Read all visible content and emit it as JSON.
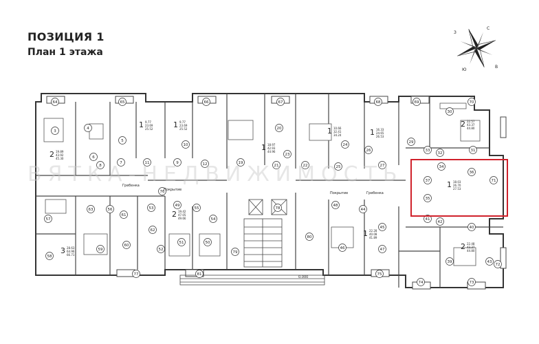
{
  "header": {
    "title": "ПОЗИЦИЯ 1",
    "subtitle": "План 1 этажа"
  },
  "compass": {
    "n": "С",
    "s": "Ю",
    "e": "В",
    "w": "З"
  },
  "watermark": "ВЯТКА-НЕДВИЖИМОСТЬ",
  "highlight_color": "#d0202a",
  "apartments": [
    {
      "rooms": "1",
      "area": "18.03",
      "living": "26.70",
      "total": "27.53"
    },
    {
      "rooms": "2",
      "area": "22.57",
      "living": "43.37",
      "total": "44.80"
    },
    {
      "rooms": "2",
      "area": "22.48",
      "living": "43.37",
      "total": "44.80"
    },
    {
      "rooms": "2",
      "area": "19.42",
      "living": "47.05",
      "total": "49.66"
    },
    {
      "rooms": "3",
      "area": "28.63",
      "living": "64.96",
      "total": "66.71"
    },
    {
      "rooms": "2",
      "area": "19.89",
      "living": "43.92",
      "total": "45.30"
    },
    {
      "rooms": "1",
      "area": "9.77",
      "living": "23.69",
      "total": "25.52"
    },
    {
      "rooms": "1",
      "area": "9.77",
      "living": "23.69",
      "total": "25.52"
    },
    {
      "rooms": "1",
      "area": "18.97",
      "living": "42.93",
      "total": "44.96"
    },
    {
      "rooms": "1",
      "area": "10.66",
      "living": "32.41",
      "total": "34.24"
    },
    {
      "rooms": "1",
      "area": "16.33",
      "living": "24.65",
      "total": "26.53"
    },
    {
      "rooms": "1",
      "area": "22.28",
      "living": "40.08",
      "total": "41.89"
    }
  ],
  "room_labels": {
    "r3": "3",
    "r4": "4",
    "r5": "5",
    "r6": "6",
    "r7": "7",
    "r8": "8",
    "r9": "9",
    "r10": "10",
    "r11": "11",
    "r12": "12",
    "r19": "19",
    "r20": "20",
    "r21": "21",
    "r22": "22",
    "r23": "23",
    "r24": "24",
    "r25": "25",
    "r26": "26",
    "r27": "27",
    "r29": "29",
    "r30": "30",
    "r31": "31",
    "r32": "32",
    "r33": "33",
    "r34": "34",
    "r35": "35",
    "r36": "36",
    "r37": "37",
    "r39": "39",
    "r40": "40",
    "r41": "41",
    "r42": "42",
    "r43": "43",
    "r44": "44",
    "r45": "45",
    "r46": "46",
    "r47": "47",
    "r48": "48",
    "r49": "49",
    "r50": "50",
    "r51": "51",
    "r52": "52",
    "r53": "53",
    "r54": "54",
    "r55": "55",
    "r56": "56",
    "r57": "57",
    "r58": "58",
    "r59": "59",
    "r60": "60",
    "r61": "61",
    "r62": "62",
    "r63": "63",
    "r64": "64",
    "r65": "65",
    "r66": "66",
    "r67": "67",
    "r68": "68",
    "r69": "69",
    "r70": "70",
    "r71": "71",
    "r72": "72",
    "r73": "73",
    "r74": "74",
    "r75": "75",
    "r76": "76",
    "r77": "77",
    "r78": "78",
    "r79": "79",
    "r80": "80",
    "r81": "81"
  },
  "corridor_labels": {
    "c1": "Гребенка",
    "c2": "Покрытие",
    "c3": "Покрытие",
    "c4": "Гребенка"
  },
  "elevation": "0.000"
}
